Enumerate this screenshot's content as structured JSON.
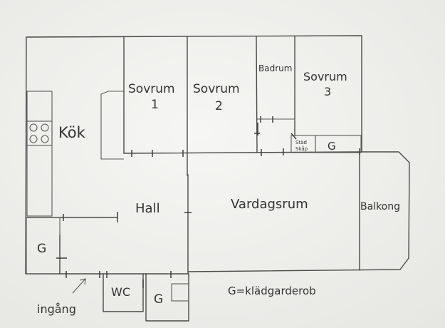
{
  "rooms": {
    "sovrum1_name": "Sovrum",
    "sovrum1_num": "1",
    "sovrum2_name": "Sovrum",
    "sovrum2_num": "2",
    "badrum": "Badrum",
    "sovrum3_name": "Sovrum",
    "sovrum3_num": "3",
    "kok": "Kök",
    "stad_1": "Städ",
    "stad_2": "Skåp",
    "garderob_small": "G",
    "hall": "Hall",
    "vardagsrum": "Vardagsrum",
    "balkong": "Balkong",
    "garderob_left": "G",
    "wc": "WC",
    "garderob_bottom": "G"
  },
  "entrance_label": "ingång",
  "legend": "G=klädgarderob",
  "colors": {
    "paper": "#f1f1ef",
    "pencil": "#4a4a4a"
  }
}
